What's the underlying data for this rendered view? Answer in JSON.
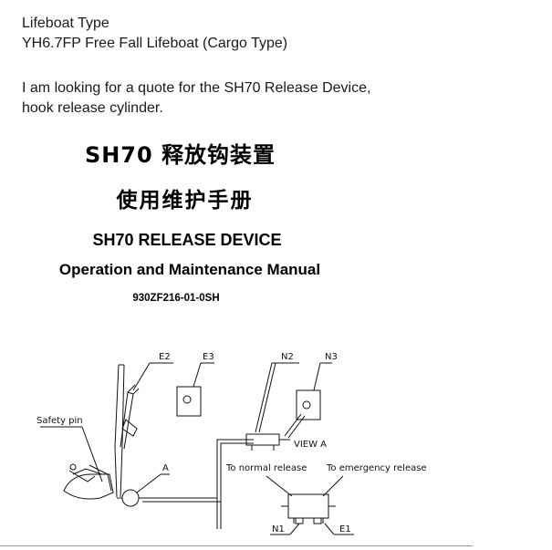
{
  "intro": {
    "line1": "Lifeboat Type",
    "line2": "YH6.7FP Free Fall Lifeboat (Cargo Type)",
    "line3": "I am looking for a quote for the SH70 Release Device,",
    "line4": "hook release cylinder."
  },
  "manual": {
    "title_cn_1": "SH70 释放钩装置",
    "title_cn_2": "使用维护手册",
    "title_en_1": "SH70 RELEASE DEVICE",
    "title_en_2": "Operation and Maintenance Manual",
    "doc_number": "930ZF216-01-0SH"
  },
  "diagram": {
    "labels": {
      "safety_pin": "Safety pin",
      "e2": "E2",
      "e3": "E3",
      "n2": "N2",
      "n3": "N3",
      "a": "A",
      "view_a": "VIEW A",
      "to_normal_release": "To normal release",
      "to_emergency_release": "To emergency release",
      "n1": "N1",
      "e1": "E1"
    }
  }
}
